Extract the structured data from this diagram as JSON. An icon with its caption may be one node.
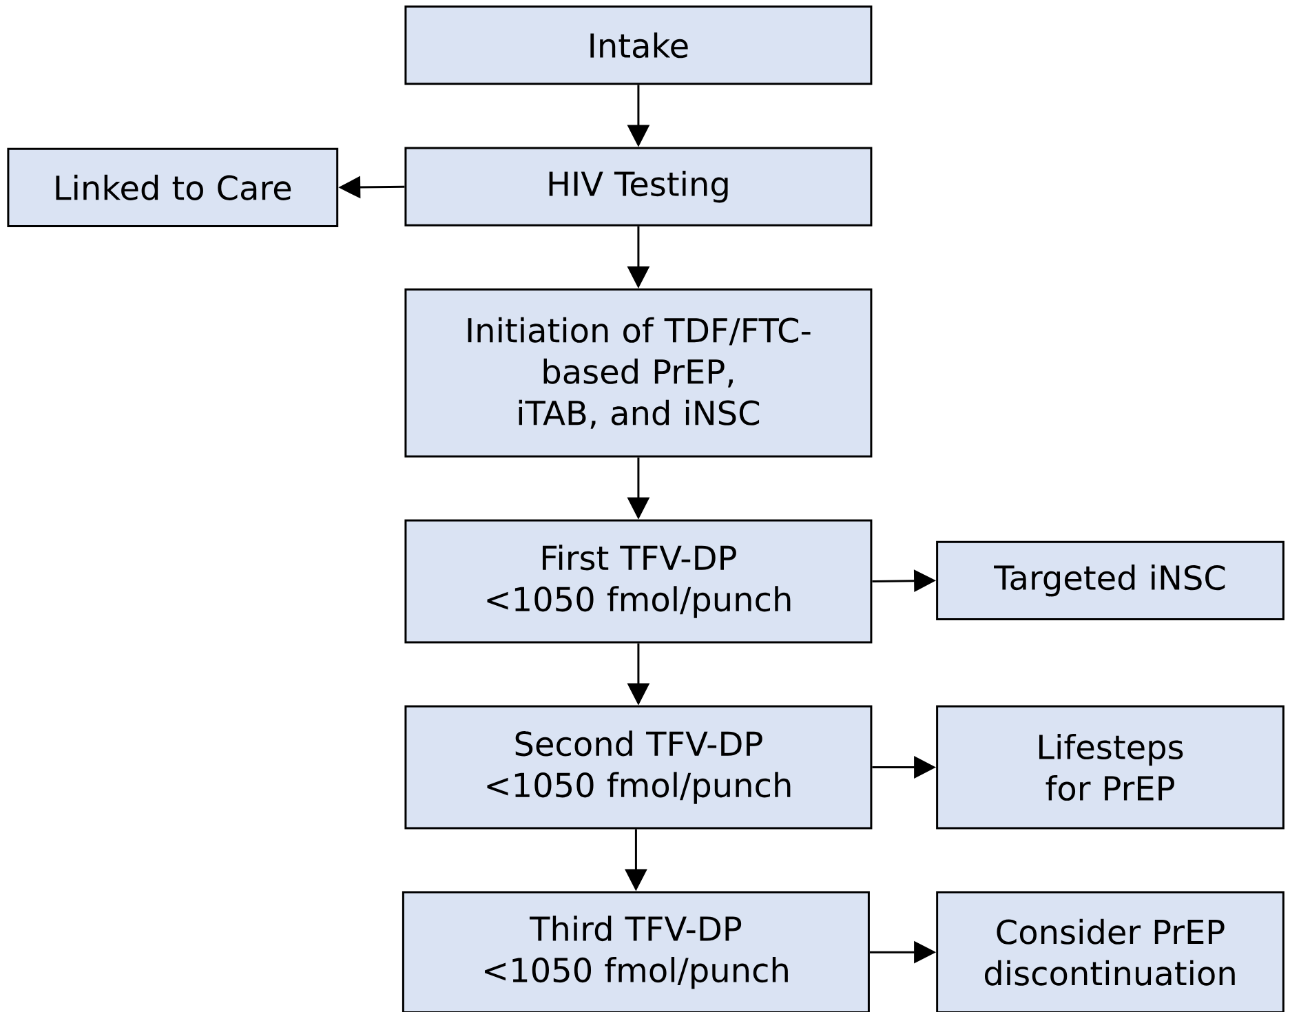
{
  "diagram": {
    "nodes": [
      {
        "text": [
          "Intake"
        ]
      },
      {
        "text": [
          "HIV Testing"
        ]
      },
      {
        "text": [
          "Linked to Care"
        ]
      },
      {
        "text": [
          "Initiation of TDF/FTC-based PrEP, iTAB, and iNSC"
        ]
      },
      {
        "text": [
          "First TFV-DP <1050 fmol/punch"
        ]
      },
      {
        "text": [
          "Targeted iNSC"
        ]
      },
      {
        "text": [
          "Second TFV-DP <1050 fmol/punch"
        ]
      },
      {
        "text": [
          "Lifesteps for PrEP"
        ]
      },
      {
        "text": [
          "Third TFV-DP <1050 fmol/punch"
        ]
      },
      {
        "text": [
          "Consider PrEP discontinuation"
        ]
      }
    ],
    "edges": [
      {
        "from": 0,
        "to": 1,
        "arrow": "to"
      },
      {
        "from": 1,
        "to": 2,
        "arrow": "to"
      },
      {
        "from": 1,
        "to": 3,
        "arrow": "to"
      },
      {
        "from": 3,
        "to": 4,
        "arrow": "to"
      },
      {
        "from": 4,
        "to": 5,
        "arrow": "to"
      },
      {
        "from": 4,
        "to": 6,
        "arrow": "to"
      },
      {
        "from": 6,
        "to": 7,
        "arrow": "to"
      },
      {
        "from": 6,
        "to": 8,
        "arrow": "to"
      },
      {
        "from": 8,
        "to": 9,
        "arrow": "to"
      }
    ]
  }
}
